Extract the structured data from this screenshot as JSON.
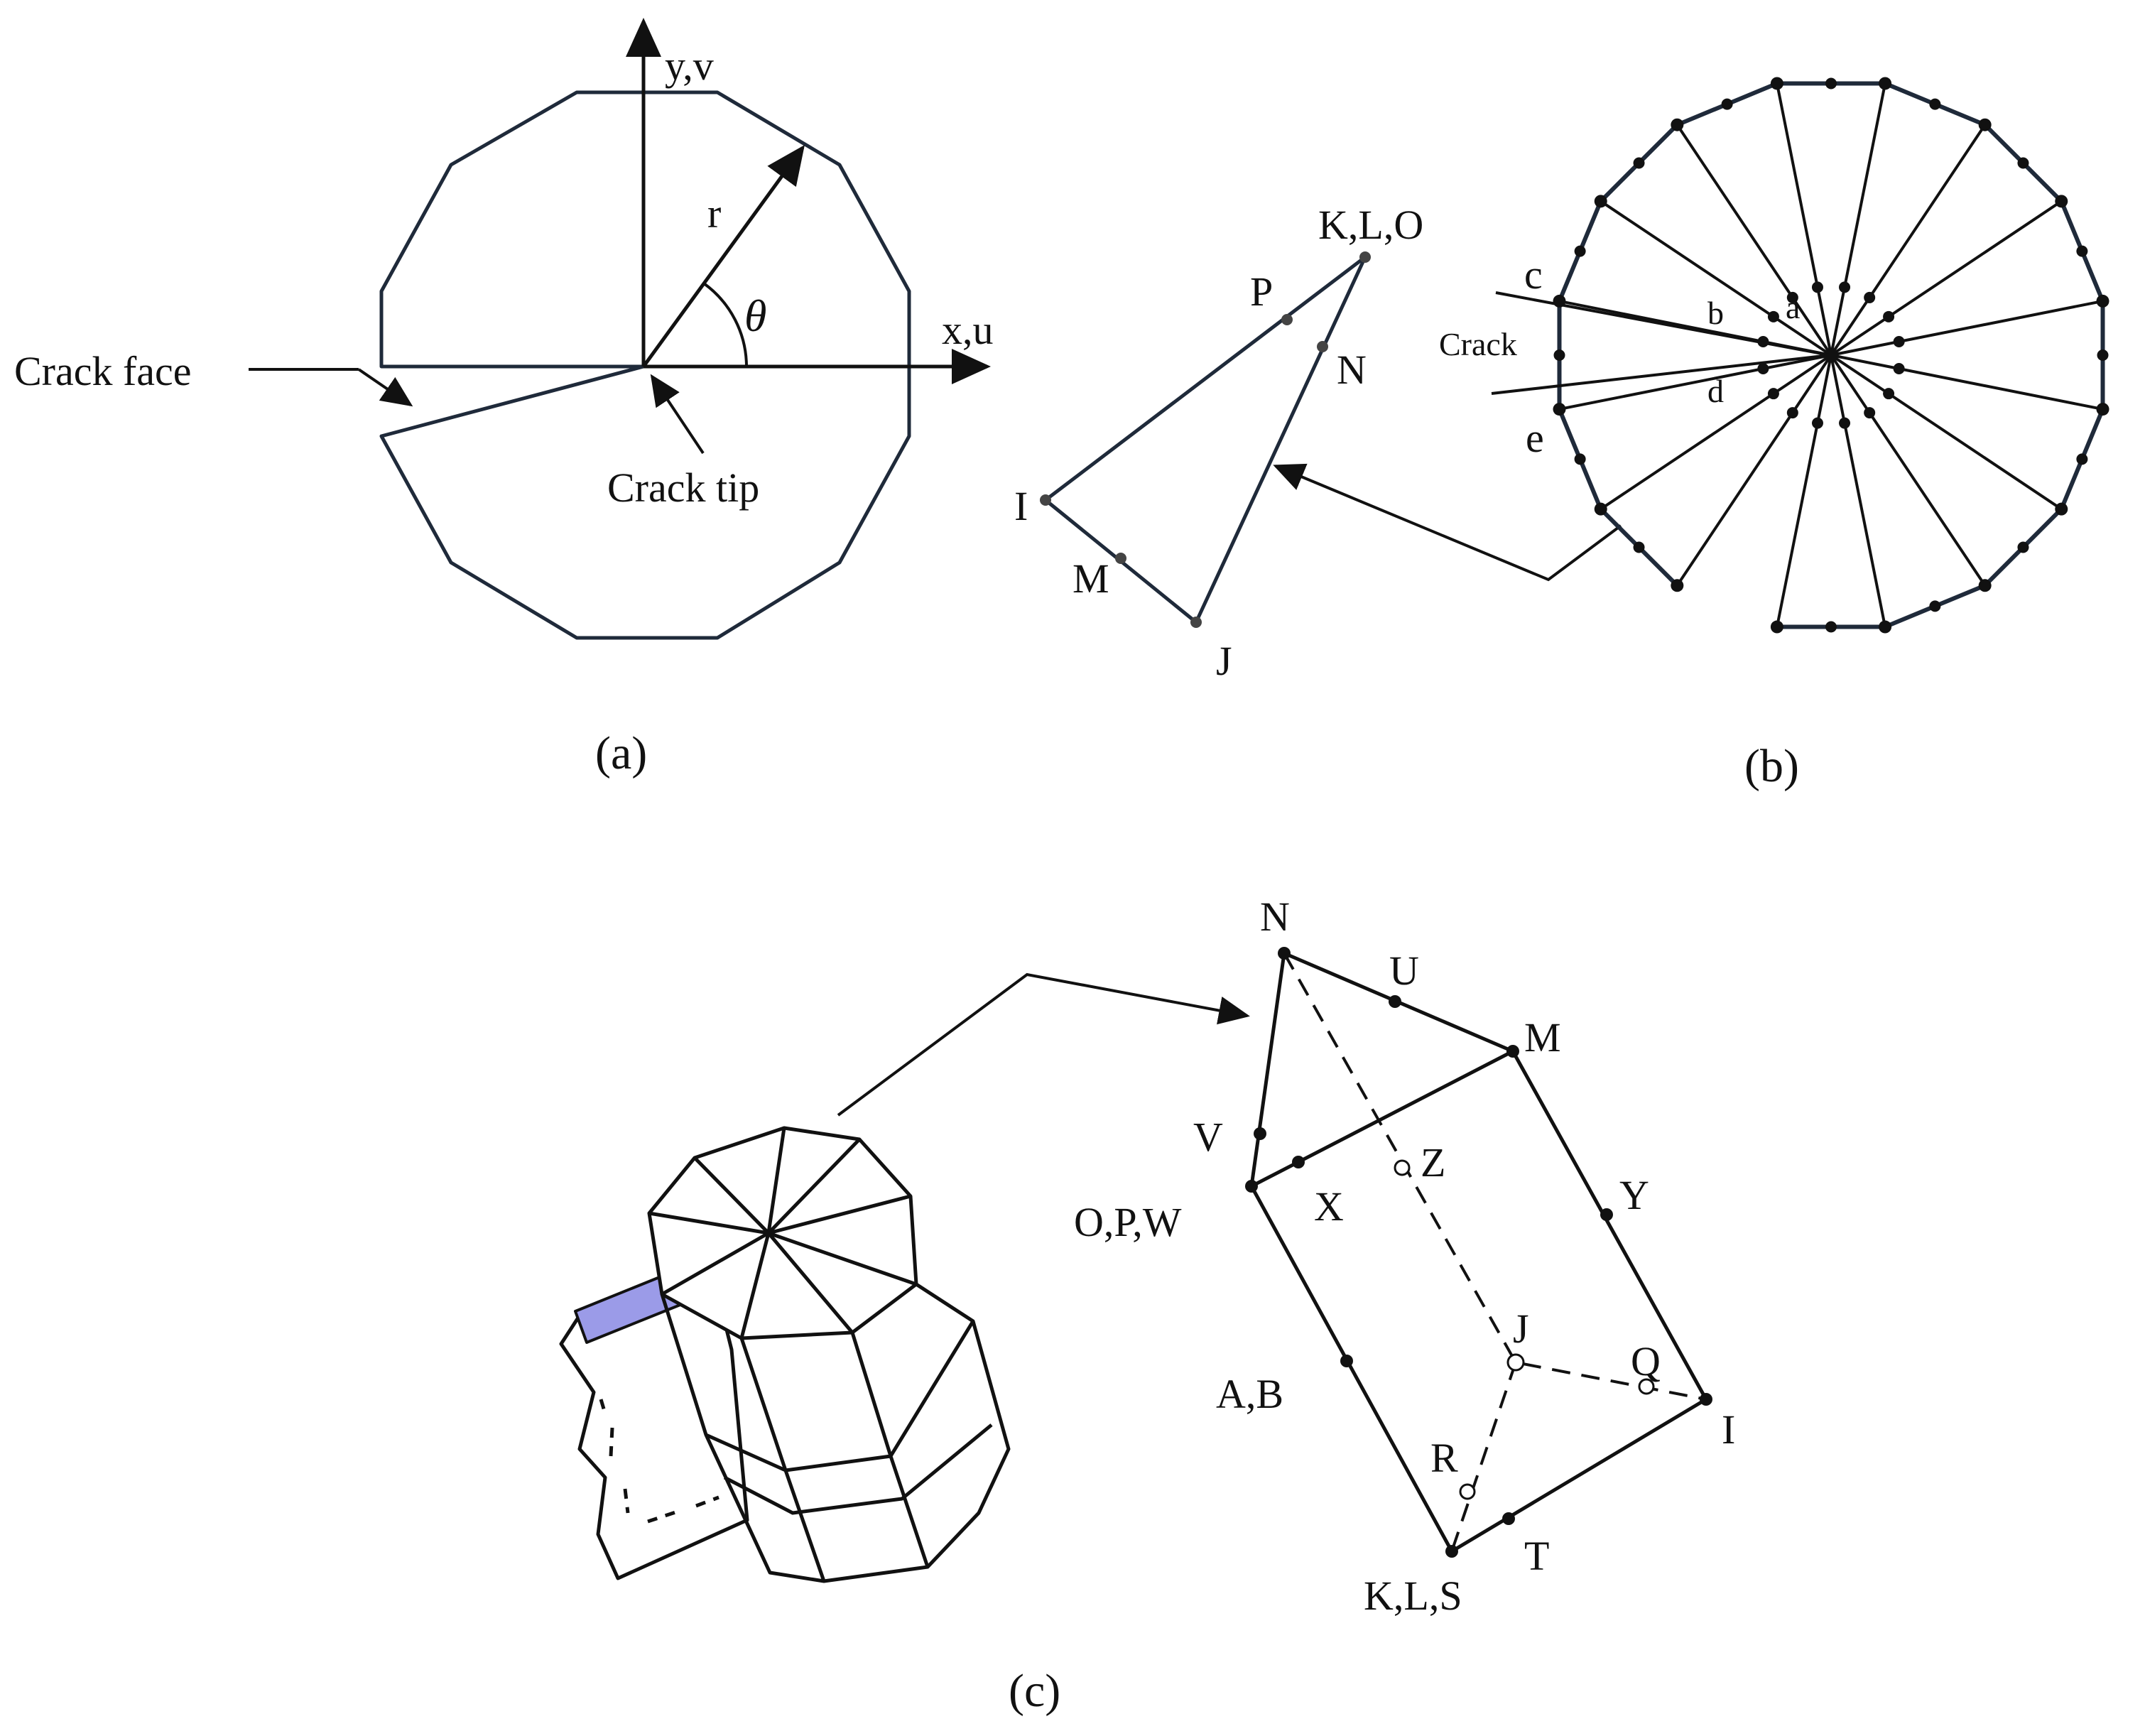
{
  "colors": {
    "outline": "#1f2a3a",
    "line": "#111111",
    "face_fill": "#9b9be8",
    "background": "#ffffff"
  },
  "panel_a": {
    "caption": "(a)",
    "label_yv": "y,v",
    "label_xu": "x,u",
    "label_r": "r",
    "label_theta": "θ",
    "label_crack_face": "Crack face",
    "label_crack_tip": "Crack tip"
  },
  "panel_b": {
    "caption": "(b)",
    "element_nodes": {
      "I": "I",
      "J": "J",
      "KLO": "K,L,O",
      "M": "M",
      "N": "N",
      "P": "P"
    },
    "rosette_labels": {
      "a": "a",
      "b": "b",
      "c": "c",
      "d": "d",
      "e": "e",
      "crack": "Crack"
    }
  },
  "panel_c": {
    "caption": "(c)",
    "nodes": {
      "N": "N",
      "U": "U",
      "M": "M",
      "V": "V",
      "Z": "Z",
      "OPW": "O,P,W",
      "X": "X",
      "Y": "Y",
      "J": "J",
      "Q": "Q",
      "AB": "A,B",
      "I": "I",
      "R": "R",
      "KLS": "K,L,S",
      "T": "T"
    }
  }
}
